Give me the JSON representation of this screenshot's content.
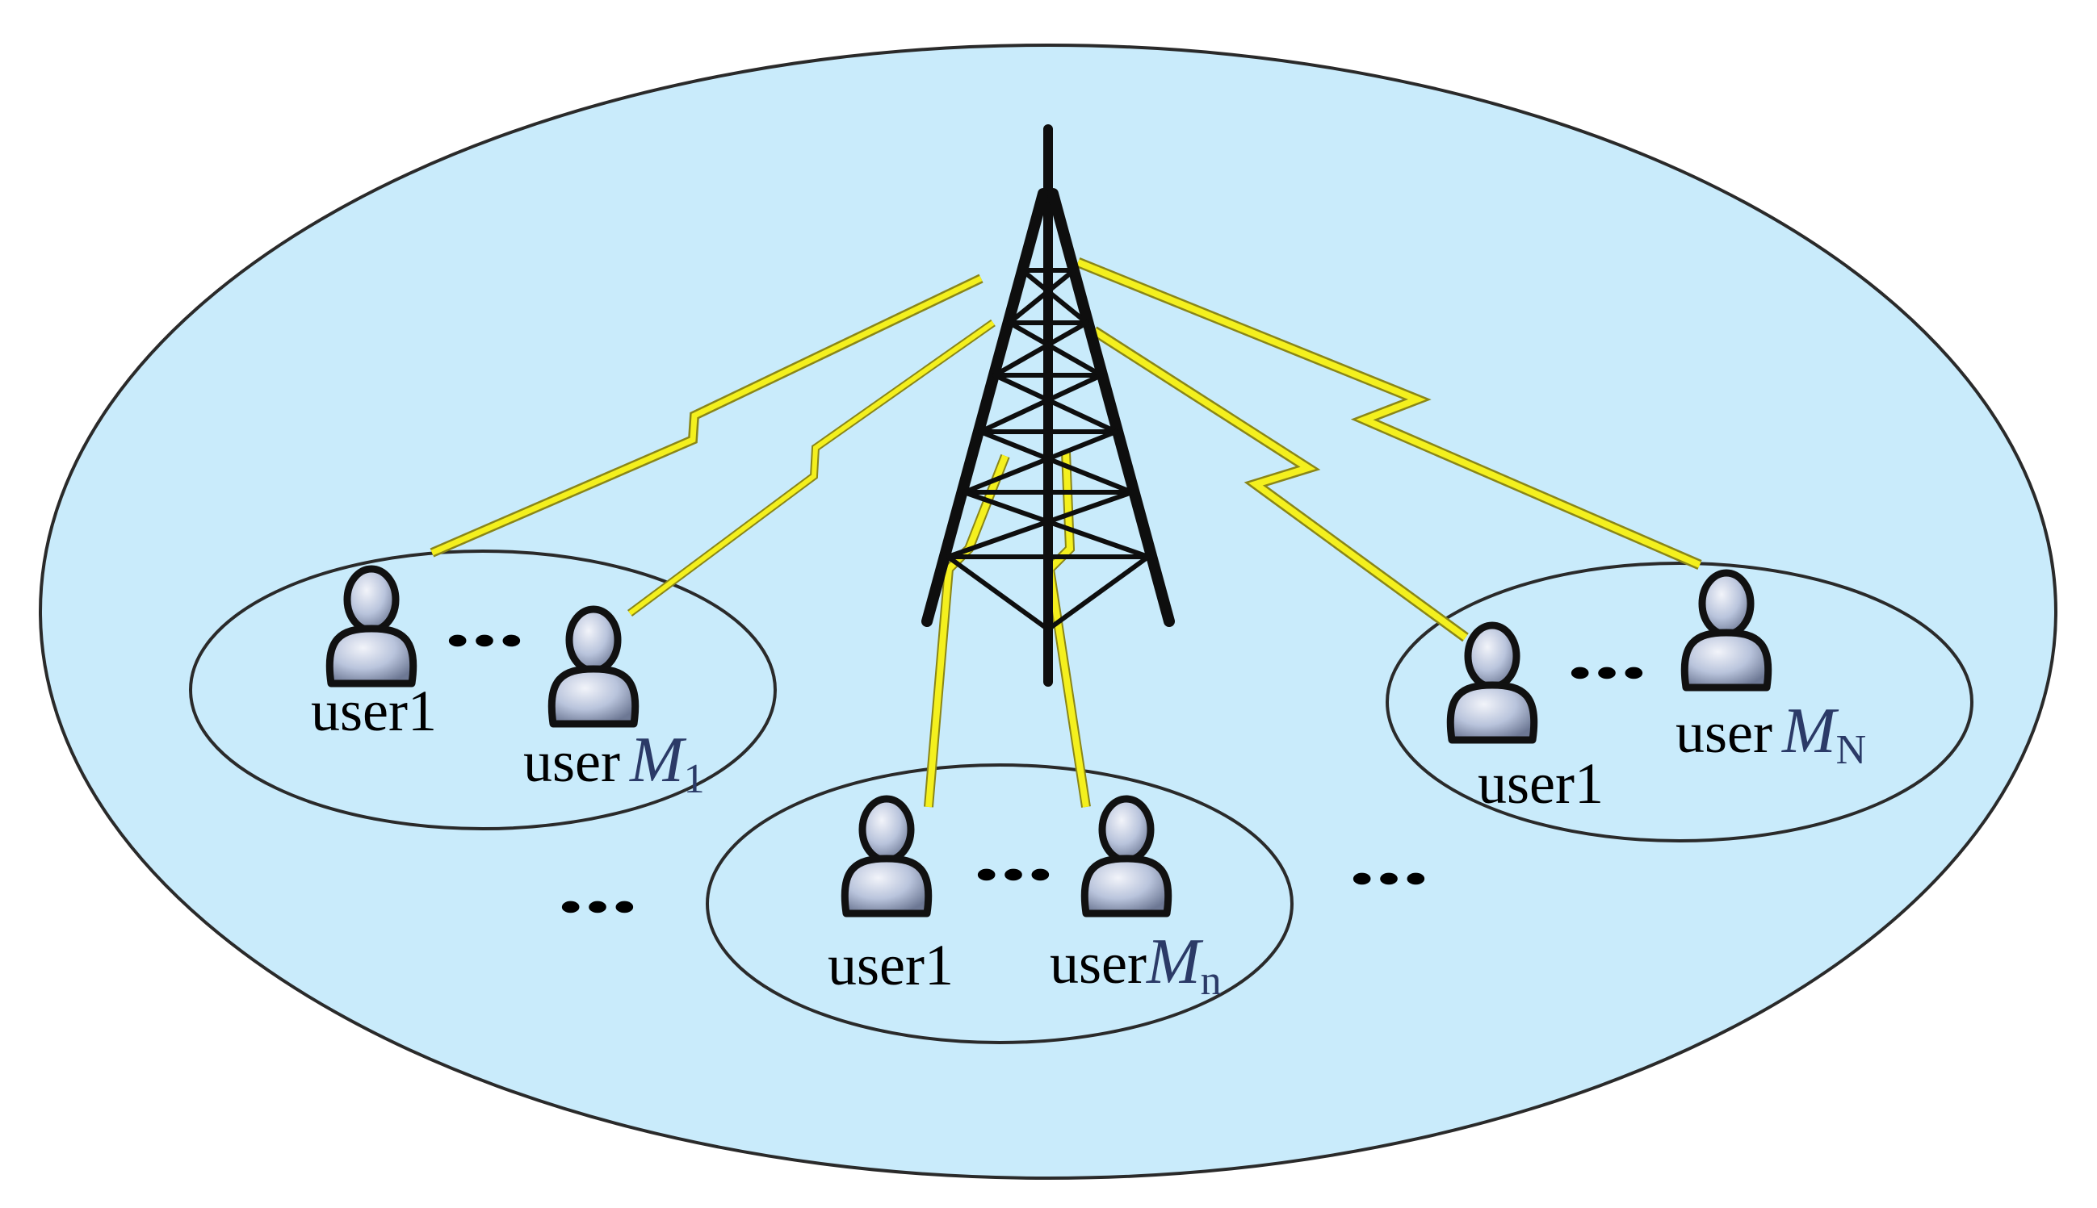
{
  "colors": {
    "cell_fill": "#c9ebfb",
    "outline": "#2a2a2a",
    "signal": "#f4f01e",
    "signal_edge": "#8a8618",
    "user_fill": "#b9c4dc",
    "label_accent": "#2b3a67"
  },
  "icons": {
    "tower": "cell-tower-icon",
    "user": "user-person-icon",
    "link": "lightning-link-icon"
  },
  "clusters": [
    {
      "first_label": "user1",
      "last_label_prefix": "user",
      "last_label_symbol": "M",
      "last_label_subscript": "1",
      "separator": "..."
    },
    {
      "first_label": "user1",
      "last_label_prefix": "user",
      "last_label_symbol": "M",
      "last_label_subscript": "n",
      "separator": "..."
    },
    {
      "first_label": "user1",
      "last_label_prefix": "user",
      "last_label_symbol": "M",
      "last_label_subscript": "N",
      "separator": "..."
    }
  ],
  "between_clusters": [
    "...",
    "..."
  ]
}
